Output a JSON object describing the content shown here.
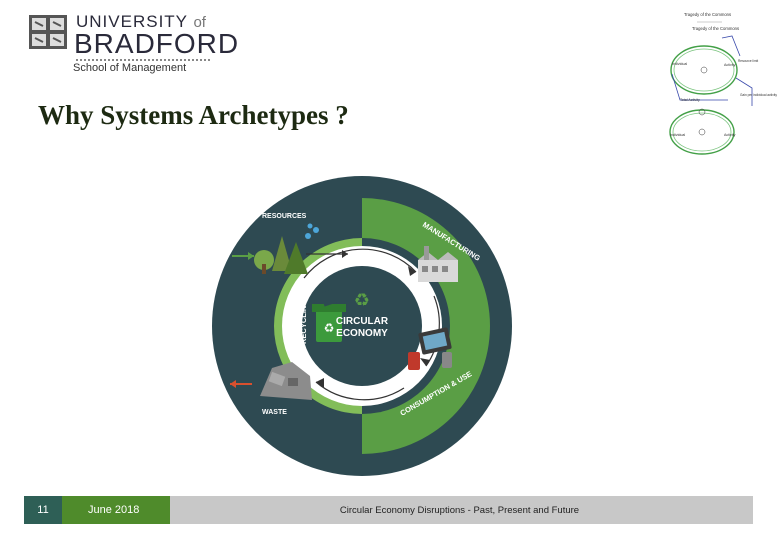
{
  "header": {
    "university": "UNIVERSITY",
    "university_of": "of",
    "bradford": "BRADFORD",
    "school": "School of Management"
  },
  "slide": {
    "title": "Why Systems Archetypes ?"
  },
  "archetype_diagram": {
    "title_top": "Tragedy of the Commons",
    "title_inner": "Tragedy of the Commons",
    "nodes": [
      "Individual",
      "Activity",
      "Activity",
      "Total Activity",
      "Gain per individual activity",
      "Resource limit",
      "Individual",
      "Activity"
    ]
  },
  "circular_economy": {
    "center_line1": "CIRCULAR",
    "center_line2": "ECONOMY",
    "resources": "RESOURCES",
    "manufacturing": "MANUFACTURING",
    "recycling": "RECYCLING",
    "consumption": "CONSUMPTION & USE",
    "waste": "WASTE",
    "colors": {
      "outer": "#2e4a52",
      "ring": "#5a9e45",
      "ring_light": "#82bd59",
      "center": "#2e4a52",
      "arrow_in": "#5a9e45",
      "arrow_out": "#d9502e"
    }
  },
  "footer": {
    "slide_number": "11",
    "date": "June 2018",
    "text": "Circular Economy Disruptions - Past, Present and Future",
    "colors": {
      "num": "#2e5f56",
      "date": "#4f8b2b",
      "text": "#c8c8c8"
    }
  }
}
